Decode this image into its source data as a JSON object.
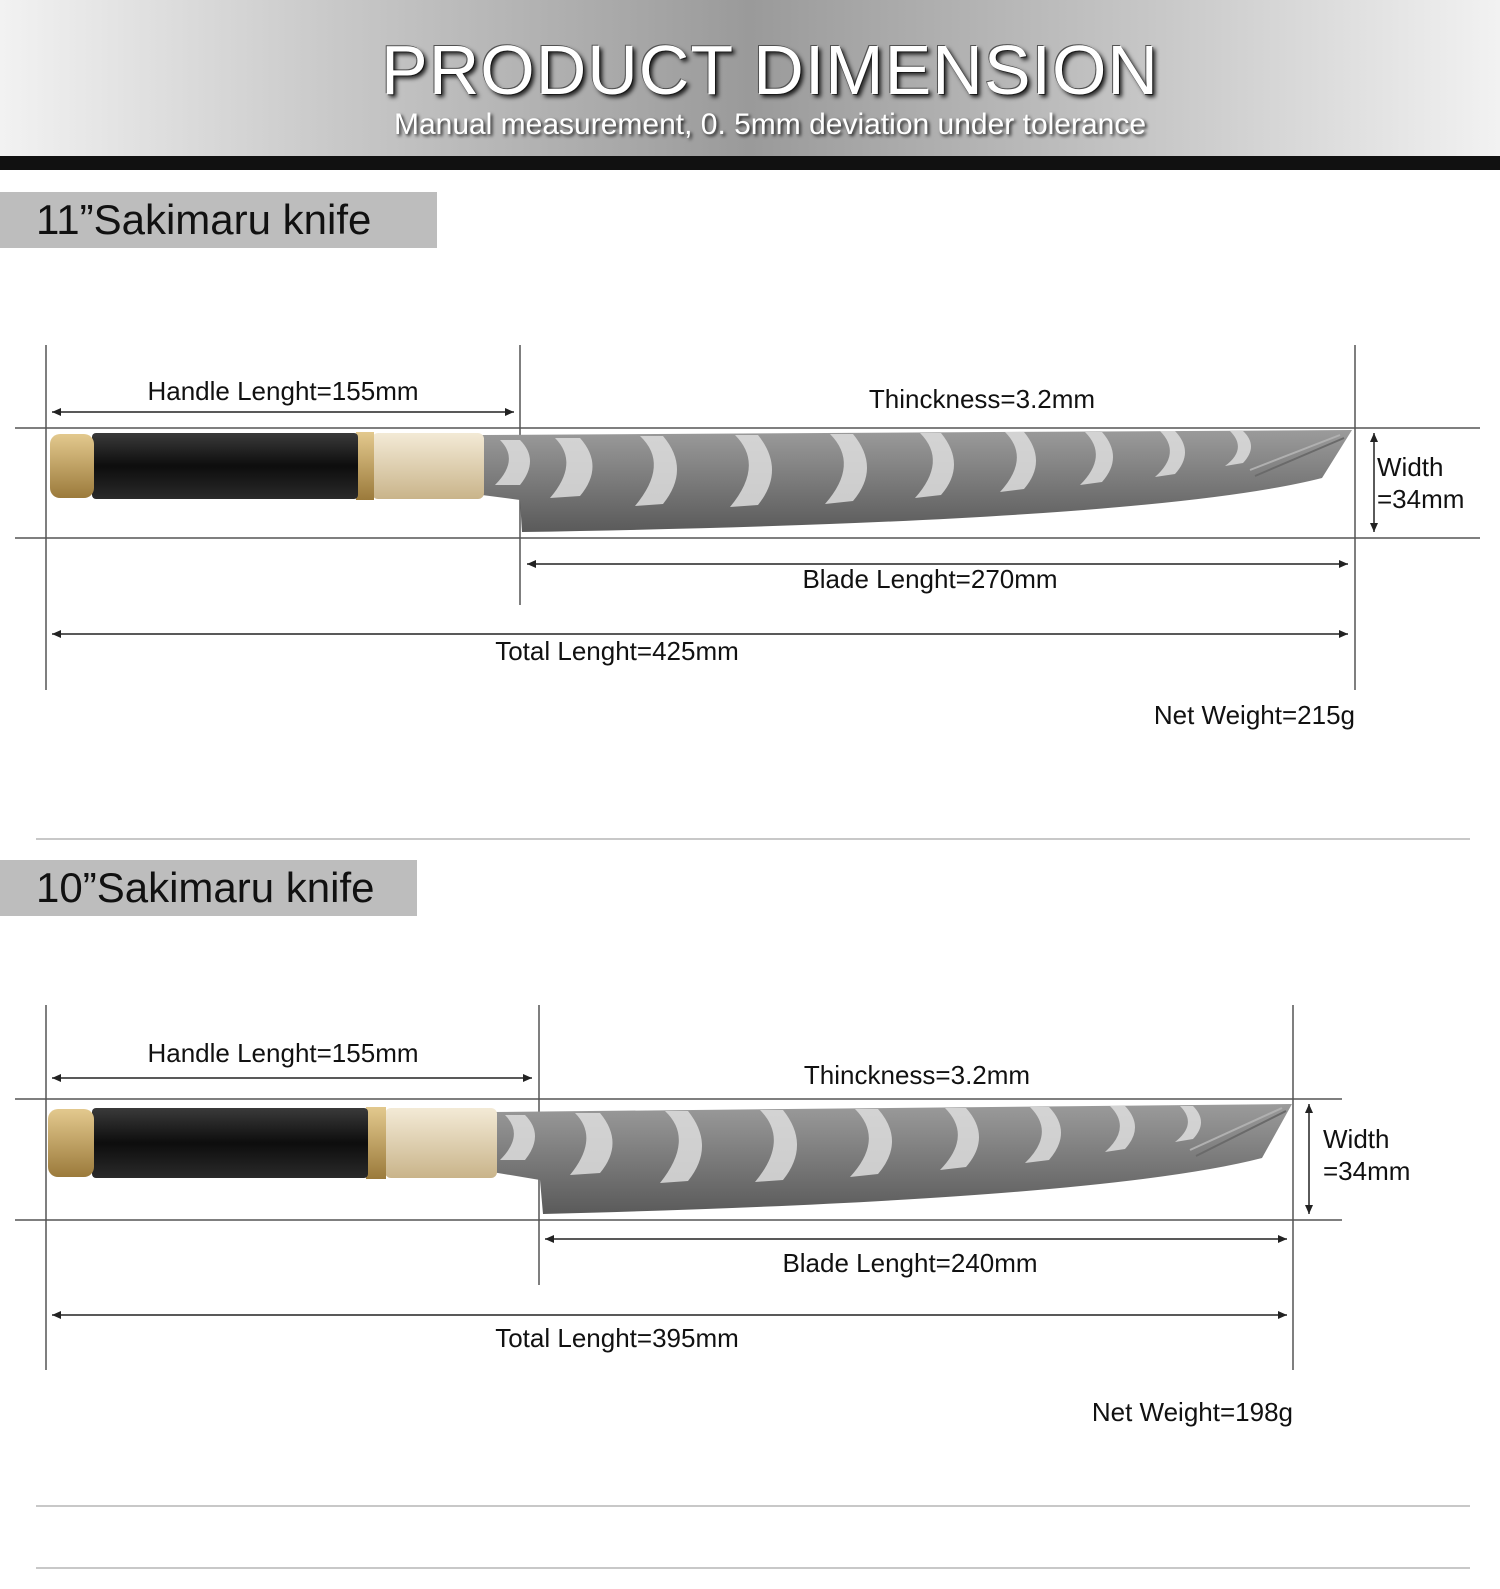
{
  "header": {
    "title": "PRODUCT DIMENSION",
    "subtitle": "Manual measurement, 0. 5mm deviation under tolerance"
  },
  "knives": [
    {
      "name": "11”Sakimaru knife",
      "handle_length": "Handle Lenght=155mm",
      "thickness": "Thinckness=3.2mm",
      "width_line1": "Width",
      "width_line2": "=34mm",
      "blade_length": "Blade Lenght=270mm",
      "total_length": "Total Lenght=425mm",
      "net_weight": "Net Weight=215g"
    },
    {
      "name": "10”Sakimaru knife",
      "handle_length": "Handle Lenght=155mm",
      "thickness": "Thinckness=3.2mm",
      "width_line1": "Width",
      "width_line2": "=34mm",
      "blade_length": "Blade Lenght=240mm",
      "total_length": "Total Lenght=395mm",
      "net_weight": "Net Weight=198g"
    }
  ],
  "colors": {
    "handle_dark": "#141414",
    "handle_light": "#e9dcc0",
    "bolster_gold": "#c9a35a",
    "blade_base": "#8a8a8a",
    "blade_pattern": "#d8d8d8"
  }
}
